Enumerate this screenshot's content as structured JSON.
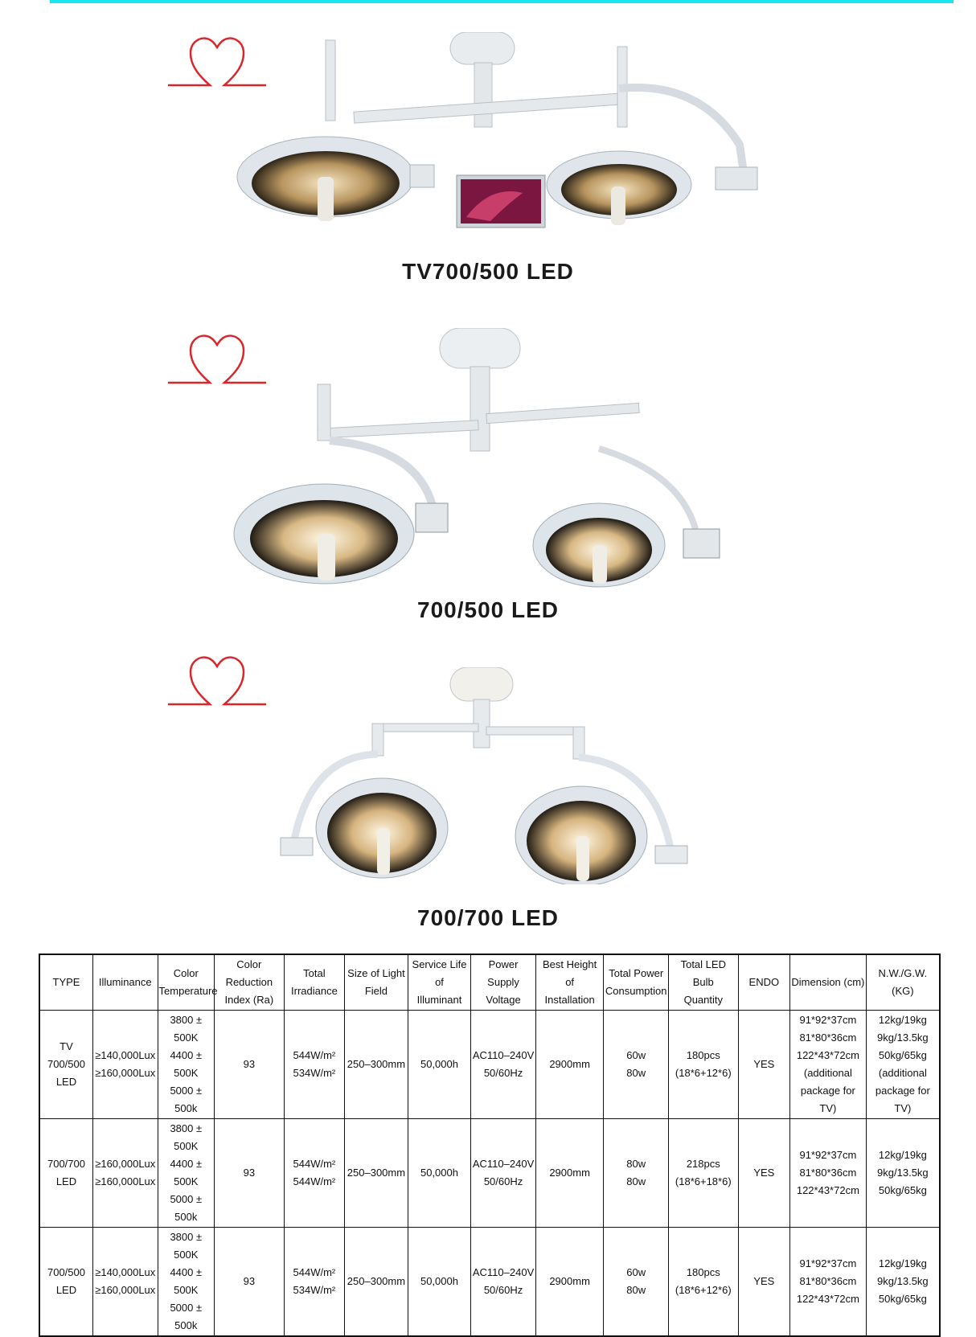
{
  "products": [
    {
      "title": "TV700/500 LED"
    },
    {
      "title": "700/500 LED"
    },
    {
      "title": "700/700 LED"
    }
  ],
  "colors": {
    "top_bar": "#19e6ef",
    "logo": "#d9262b",
    "text": "#111111"
  },
  "logo_icon": "heart-line-logo",
  "table": {
    "headers": [
      [
        "TYPE"
      ],
      [
        "Illuminance"
      ],
      [
        "Color",
        "Temperature"
      ],
      [
        "Color Reduction",
        "Index (Ra)"
      ],
      [
        "Total",
        "Irradiance"
      ],
      [
        "Size of Light",
        "Field"
      ],
      [
        "Service Life of",
        "Illuminant"
      ],
      [
        "Power Supply",
        "Voltage"
      ],
      [
        "Best Height of",
        "Installation"
      ],
      [
        "Total Power",
        "Consumption"
      ],
      [
        "Total LED Bulb",
        "Quantity"
      ],
      [
        "ENDO"
      ],
      [
        "Dimension (cm)"
      ],
      [
        "N.W./G.W. (KG)"
      ]
    ],
    "rows": [
      [
        [
          "TV 700/500",
          "LED"
        ],
        [
          "≥140,000Lux",
          "≥160,000Lux"
        ],
        [
          "3800 ± 500K",
          "4400 ± 500K",
          "5000 ± 500k"
        ],
        [
          "93"
        ],
        [
          "544W/m²",
          "534W/m²"
        ],
        [
          "250–300mm"
        ],
        [
          "50,000h"
        ],
        [
          "AC110–240V",
          "50/60Hz"
        ],
        [
          "2900mm"
        ],
        [
          "60w",
          "80w"
        ],
        [
          "180pcs",
          "(18*6+12*6)"
        ],
        [
          "YES"
        ],
        [
          "91*92*37cm",
          "81*80*36cm",
          "122*43*72cm",
          "(additional",
          "package for TV)"
        ],
        [
          "12kg/19kg",
          "9kg/13.5kg",
          "50kg/65kg",
          "(additional",
          "package for TV)"
        ]
      ],
      [
        [
          "700/700",
          "LED"
        ],
        [
          "≥160,000Lux",
          "≥160,000Lux"
        ],
        [
          "3800 ± 500K",
          "4400 ± 500K",
          "5000 ± 500k"
        ],
        [
          "93"
        ],
        [
          "544W/m²",
          "544W/m²"
        ],
        [
          "250–300mm"
        ],
        [
          "50,000h"
        ],
        [
          "AC110–240V",
          "50/60Hz"
        ],
        [
          "2900mm"
        ],
        [
          "80w",
          "80w"
        ],
        [
          "218pcs",
          "(18*6+18*6)"
        ],
        [
          "YES"
        ],
        [
          "91*92*37cm",
          "81*80*36cm",
          "122*43*72cm"
        ],
        [
          "12kg/19kg",
          "9kg/13.5kg",
          "50kg/65kg"
        ]
      ],
      [
        [
          "700/500",
          "LED"
        ],
        [
          "≥140,000Lux",
          "≥160,000Lux"
        ],
        [
          "3800 ± 500K",
          "4400 ± 500K",
          "5000 ± 500k"
        ],
        [
          "93"
        ],
        [
          "544W/m²",
          "534W/m²"
        ],
        [
          "250–300mm"
        ],
        [
          "50,000h"
        ],
        [
          "AC110–240V",
          "50/60Hz"
        ],
        [
          "2900mm"
        ],
        [
          "60w",
          "80w"
        ],
        [
          "180pcs",
          "(18*6+12*6)"
        ],
        [
          "YES"
        ],
        [
          "91*92*37cm",
          "81*80*36cm",
          "122*43*72cm"
        ],
        [
          "12kg/19kg",
          "9kg/13.5kg",
          "50kg/65kg"
        ]
      ]
    ]
  }
}
